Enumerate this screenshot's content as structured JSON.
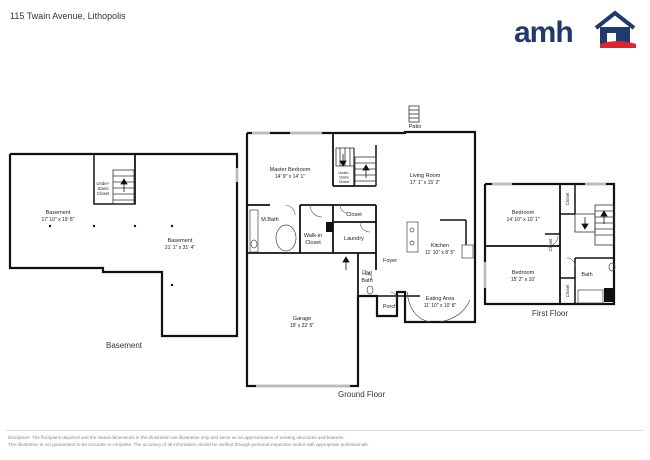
{
  "address": "115 Twain Avenue, Lithopolis",
  "logo": {
    "text": "amh",
    "colors": {
      "blue": "#1f3a6e",
      "red": "#d9262e"
    }
  },
  "floors": {
    "basement": "Basement",
    "ground": "Ground Floor",
    "first": "First Floor"
  },
  "rooms": {
    "basement_main": {
      "name": "Basement",
      "dims": "17' 10\" x 19' 8\""
    },
    "basement_second": {
      "name": "Basement",
      "dims": "21' 1\" x 31' 4\""
    },
    "under_stairs_basement": "Under-Stairs Closet",
    "master_bedroom": {
      "name": "Master Bedroom",
      "dims": "14' 9\" x 14' 1\""
    },
    "under_stairs_ground": "Under-Stairs Closet",
    "living_room": {
      "name": "Living Room",
      "dims": "17' 1\" x 15' 2\""
    },
    "patio": "Patio",
    "m_bath": "M.Bath",
    "walk_in_closet": "Walk-in Closet",
    "closet_ground": "Closet",
    "laundry": "Laundry",
    "kitchen": {
      "name": "Kitchen",
      "dims": "11' 10\" x 8' 5\""
    },
    "foyer": "Foyer",
    "half_bath": "Half Bath",
    "eating_area": {
      "name": "Eating Area",
      "dims": "11' 10\" x 10' 8\""
    },
    "porch": "Porch",
    "garage": {
      "name": "Garage",
      "dims": "19' x 22' 5\""
    },
    "bedroom_1": {
      "name": "Bedroom",
      "dims": "14' 10\" x 10' 1\""
    },
    "bedroom_2": {
      "name": "Bedroom",
      "dims": "15' 2\" x 10'"
    },
    "closet_first_1": "Closet",
    "closet_first_2": "Closet",
    "closet_first_3": "Closet",
    "bath_first": "Bath"
  },
  "disclaimer": {
    "line1": "Disclaimer: The floorplans depicted and the stated dimensions in this illustration are illustrative only and serve as an approximation of existing structures and features.",
    "line2": "This illustration is not guaranteed to be accurate or complete. The accuracy of all information should be verified through personal inspection and/or with appropriate professionals."
  }
}
